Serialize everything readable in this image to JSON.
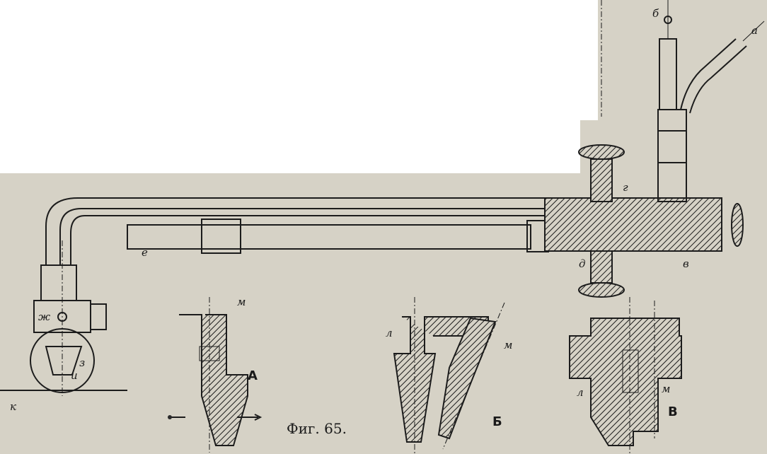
{
  "figure": {
    "caption": "Фиг. 65.",
    "torch_labels": {
      "a": "а",
      "b": "б",
      "v": "в",
      "g": "г",
      "d": "д",
      "e": "е",
      "zh": "ж",
      "z": "з",
      "i": "и",
      "k": "к"
    },
    "detail_labels": {
      "A": "А",
      "B": "Б",
      "V": "В",
      "l": "л",
      "m": "м"
    },
    "colors": {
      "paper": "#d6d2c6",
      "ink": "#1c1c1c",
      "blank": "#ffffff"
    }
  }
}
